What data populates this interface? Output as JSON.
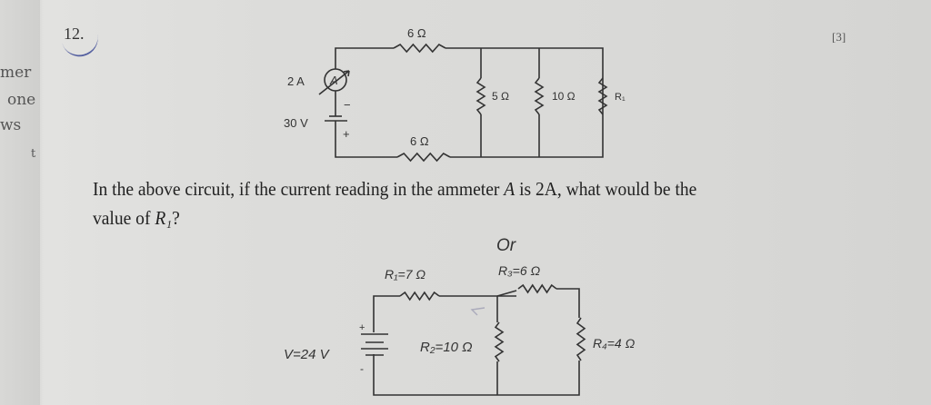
{
  "margin_fragments": [
    "mer",
    "one",
    "ws",
    "t"
  ],
  "question_number": "12.",
  "marks": "[3]",
  "circuit1": {
    "ammeter_reading": "2 A",
    "ammeter_symbol": "A",
    "battery": "30 V",
    "battery_minus": "−",
    "battery_plus": "+",
    "top_resistor": "6 Ω",
    "bottom_resistor": "6 Ω",
    "parallel_resistors": [
      "5 Ω",
      "10 Ω",
      "R₁"
    ]
  },
  "question": {
    "line1_a": "In the above circuit, if the current reading in the ammeter ",
    "line1_var": "A",
    "line1_b": " is 2A, what would be the",
    "line2_a": "value of ",
    "line2_var": "R₁",
    "line2_b": "?"
  },
  "or_label": "Or",
  "circuit2": {
    "voltage": "V=24 V",
    "battery_plus": "+",
    "battery_minus": "-",
    "r1": "R₁=7 Ω",
    "r2": "R₂=10 Ω",
    "r3": "R₃=6 Ω",
    "r4": "R₄=4 Ω"
  }
}
